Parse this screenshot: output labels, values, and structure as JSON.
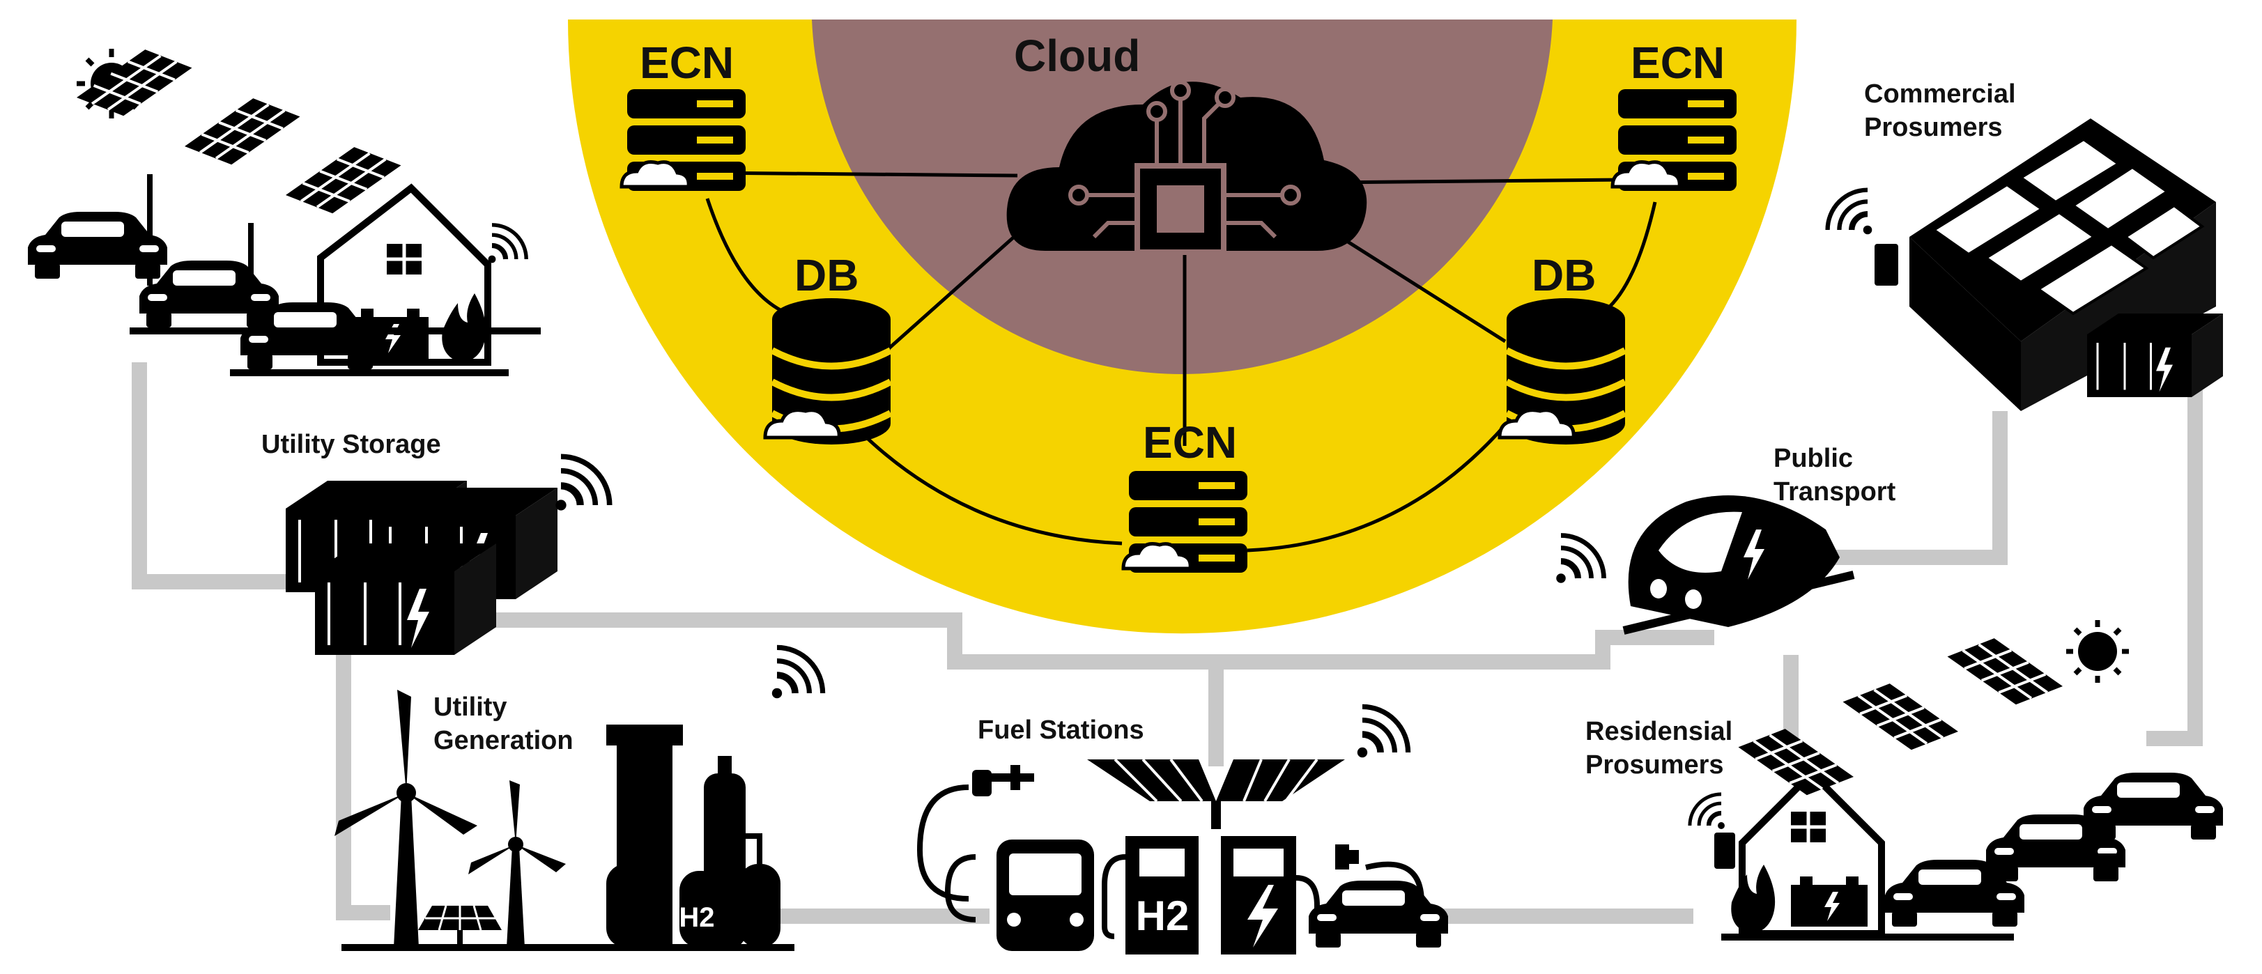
{
  "labels": {
    "cloud": "Cloud",
    "ecn_left": "ECN",
    "ecn_right": "ECN",
    "ecn_bottom": "ECN",
    "db_left": "DB",
    "db_right": "DB",
    "commercial": "Commercial\nProsumers",
    "utility_storage": "Utility Storage",
    "public_transport": "Public\nTransport",
    "utility_generation": "Utility\nGeneration",
    "fuel_stations": "Fuel Stations",
    "residential": "Residensial\nProsumers",
    "h2_plant": "H2",
    "h2_station": "H2"
  },
  "colors": {
    "edge_layer": "#f5d300",
    "cloud_layer": "#957070",
    "grid_line": "#c8c8c8",
    "ink": "#000000"
  },
  "icons": [
    "sun-icon",
    "solar-panel-icon",
    "house-icon",
    "car-icon",
    "charging-plug-icon",
    "battery-icon",
    "fire-icon",
    "wifi-icon",
    "server-icon",
    "database-icon",
    "cloud-chip-icon",
    "wind-turbine-icon",
    "hydrogen-plant-icon",
    "bus-icon",
    "fuel-pump-icon",
    "train-icon",
    "container-battery-icon",
    "commercial-building-icon"
  ]
}
